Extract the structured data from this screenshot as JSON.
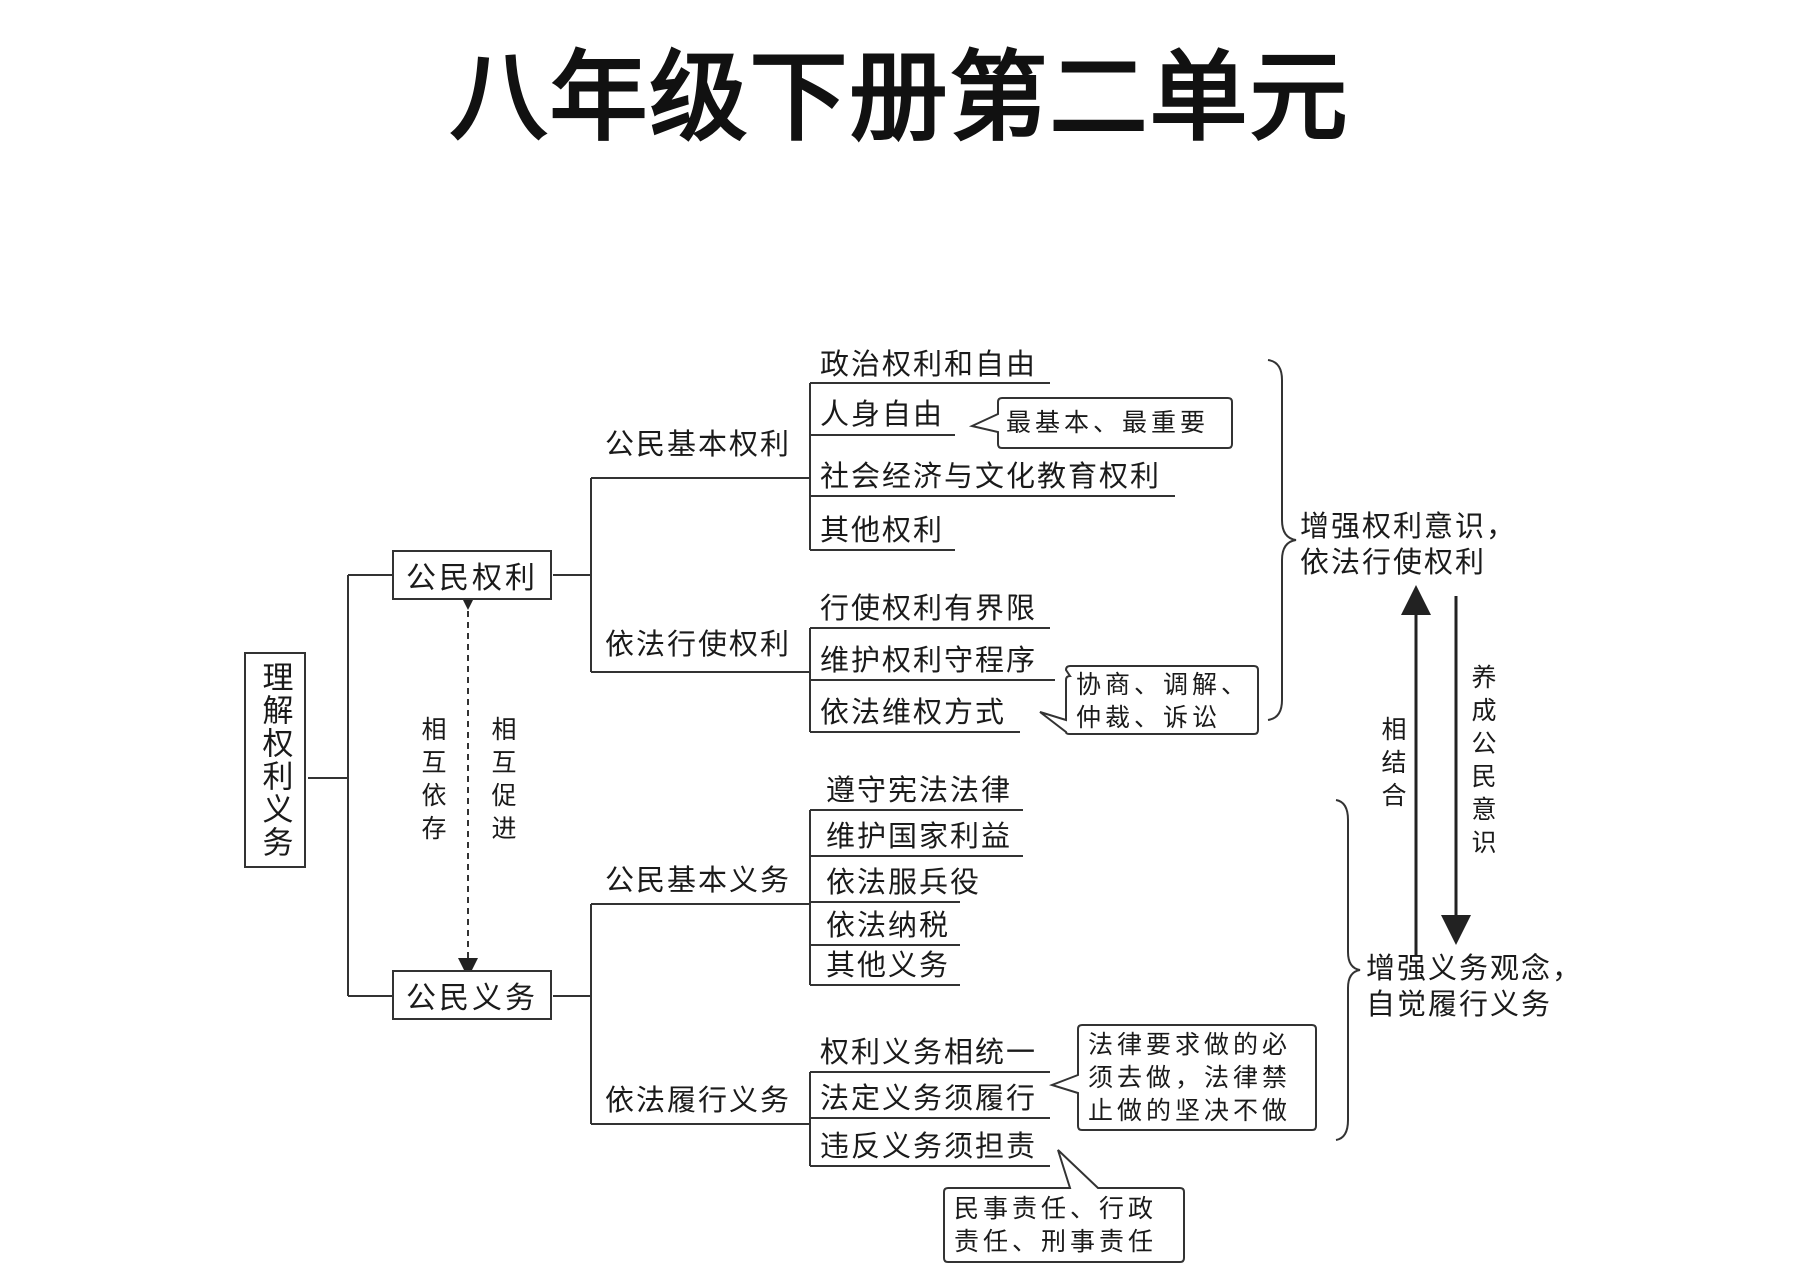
{
  "title": "八年级下册第二单元",
  "root": "理解权利义务",
  "rights": {
    "label": "公民权利",
    "basic": {
      "label": "公民基本权利",
      "items": [
        "政治权利和自由",
        "人身自由",
        "社会经济与文化教育权利",
        "其他权利"
      ],
      "note": "最基本、最重要"
    },
    "exercise": {
      "label": "依法行使权利",
      "items": [
        "行使权利有界限",
        "维护权利守程序",
        "依法维权方式"
      ],
      "note_lines": [
        "协商、调解、",
        "仲裁、诉讼"
      ]
    },
    "summary_lines": [
      "增强权利意识，",
      "依法行使权利"
    ]
  },
  "duties": {
    "label": "公民义务",
    "basic": {
      "label": "公民基本义务",
      "items": [
        "遵守宪法法律",
        "维护国家利益",
        "依法服兵役",
        "依法纳税",
        "其他义务"
      ]
    },
    "perform": {
      "label": "依法履行义务",
      "items": [
        "权利义务相统一",
        "法定义务须履行",
        "违反义务须担责"
      ],
      "note_lines": [
        "法律要求做的必",
        "须去做，法律禁",
        "止做的坚决不做"
      ],
      "note2_lines": [
        "民事责任、行政",
        "责任、刑事责任"
      ]
    },
    "summary_lines": [
      "增强义务观念，",
      "自觉履行义务"
    ]
  },
  "relation": {
    "left": "相互依存",
    "right": "相互促进"
  },
  "arrows": {
    "up": "相结合",
    "down": "养成公民意识"
  }
}
